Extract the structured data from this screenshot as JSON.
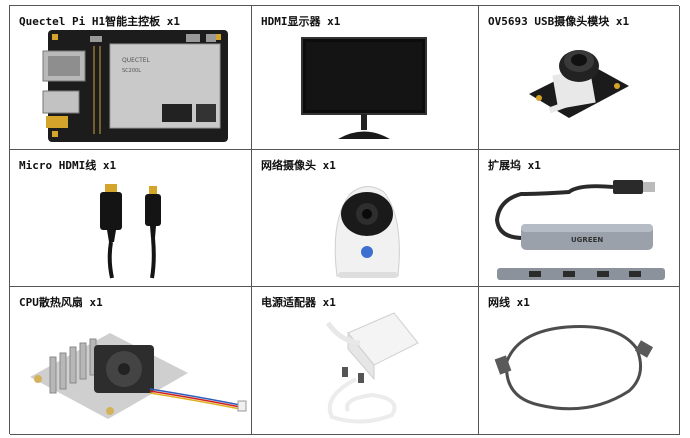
{
  "items": [
    {
      "label": "Quectel Pi H1智能主控板 x1",
      "icon": "mainboard-icon"
    },
    {
      "label": "HDMI显示器 x1",
      "icon": "monitor-icon"
    },
    {
      "label": "OV5693 USB摄像头模块 x1",
      "icon": "camera-module-icon"
    },
    {
      "label": "Micro HDMI线 x1",
      "icon": "micro-hdmi-cable-icon"
    },
    {
      "label": "网络摄像头 x1",
      "icon": "network-camera-icon"
    },
    {
      "label": "扩展坞 x1",
      "icon": "usb-hub-icon"
    },
    {
      "label": "CPU散热风扇 x1",
      "icon": "cpu-fan-icon"
    },
    {
      "label": "电源适配器 x1",
      "icon": "power-adapter-icon"
    },
    {
      "label": "网线 x1",
      "icon": "ethernet-cable-icon"
    }
  ],
  "board_text": {
    "chip": "SC200L",
    "brand": "QUECTEL"
  },
  "hub_brand": "UGREEN"
}
